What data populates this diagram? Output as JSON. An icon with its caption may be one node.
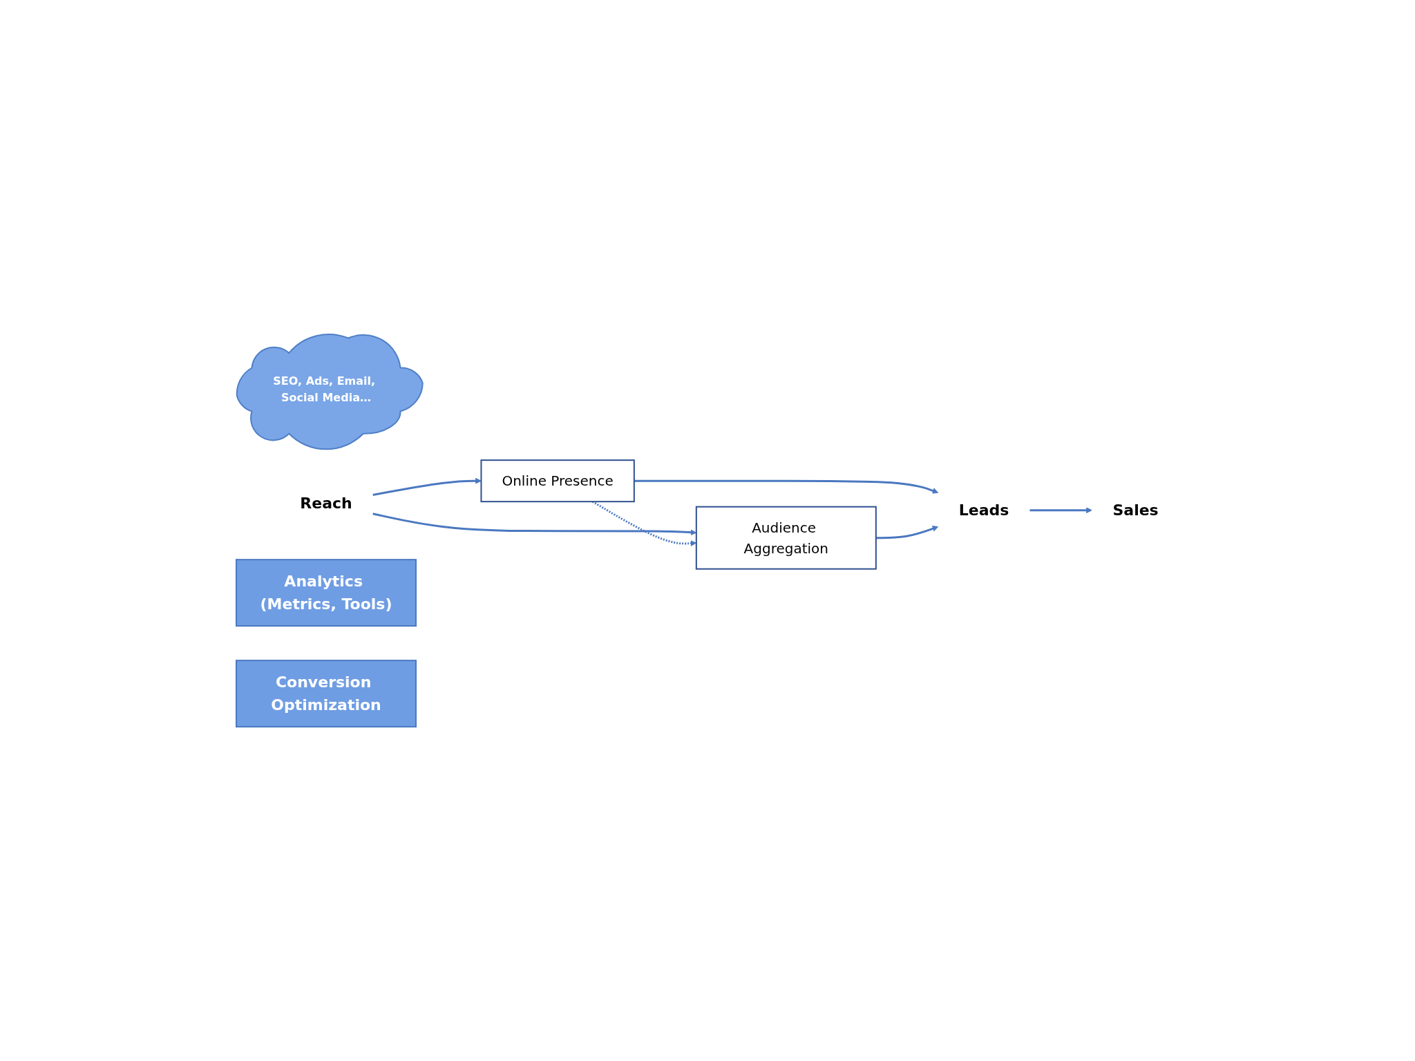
{
  "diagram": {
    "nodes": [
      {
        "text": [
          "SEO, Ads, Email, Social Media…"
        ]
      },
      {
        "text": [
          "Reach"
        ]
      },
      {
        "text": [
          "Online Presence"
        ]
      },
      {
        "text": [
          "Audience Aggregation"
        ]
      },
      {
        "text": [
          "Leads"
        ]
      },
      {
        "text": [
          "Sales"
        ]
      },
      {
        "text": [
          "Analytics (Metrics, Tools)"
        ]
      },
      {
        "text": [
          "Conversion Optimization"
        ]
      }
    ],
    "edges": [
      {
        "from": 1,
        "to": 2,
        "arrow": "to"
      },
      {
        "from": 1,
        "to": 3,
        "arrow": "to"
      },
      {
        "from": 2,
        "to": 3,
        "arrow": "to",
        "style": "dashed"
      },
      {
        "from": 2,
        "to": 4,
        "arrow": "to"
      },
      {
        "from": 3,
        "to": 4,
        "arrow": "to"
      },
      {
        "from": 4,
        "to": 5,
        "arrow": "to"
      }
    ]
  }
}
